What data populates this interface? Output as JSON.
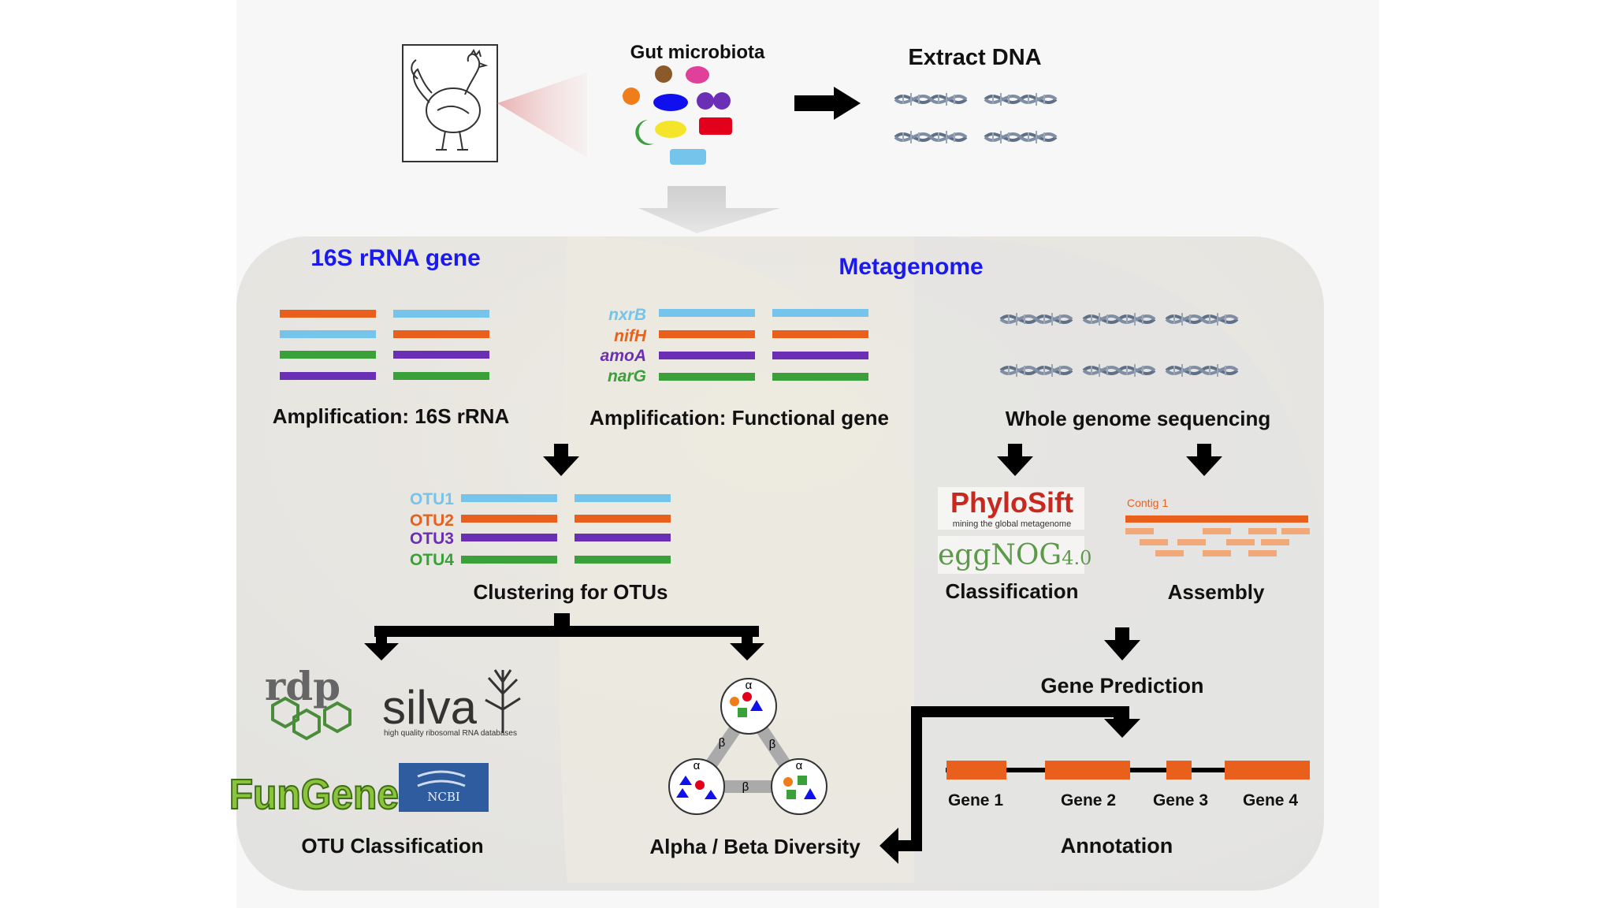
{
  "colors": {
    "orange": "#e8601c",
    "lightblue": "#74c4ec",
    "green": "#3aa13a",
    "purple": "#6a2fb5",
    "heading_blue": "#1a1aee",
    "arrow": "#000000",
    "panel": "#e9e7e1",
    "dna": "#5e6f86"
  },
  "header": {
    "gut_microbiota": "Gut microbiota",
    "extract_dna": "Extract DNA"
  },
  "section_16s": {
    "title": "16S rRNA gene",
    "amplification": "Amplification: 16S rRNA",
    "clustering": "Clustering for OTUs",
    "otus": [
      "OTU1",
      "OTU2",
      "OTU3",
      "OTU4"
    ],
    "otu_classification": "OTU Classification",
    "alpha_beta": "Alpha / Beta Diversity",
    "diversity_symbols": {
      "alpha": "α",
      "beta": "β"
    }
  },
  "section_functional": {
    "genes": [
      "nxrB",
      "nifH",
      "amoA",
      "narG"
    ],
    "amplification": "Amplification: Functional gene"
  },
  "section_metagenome": {
    "title": "Metagenome",
    "wgs": "Whole genome sequencing",
    "classification": "Classification",
    "assembly": "Assembly",
    "contig": "Contig 1",
    "gene_prediction": "Gene Prediction",
    "genes": [
      "Gene 1",
      "Gene 2",
      "Gene 3",
      "Gene 4"
    ],
    "annotation": "Annotation"
  },
  "logos": {
    "rdp": "rdp",
    "silva": "silva",
    "silva_tag": "high quality ribosomal RNA databases",
    "fungene": "FunGene",
    "ncbi": "NCBI",
    "phylosift": "PhyloSift",
    "phylosift_tag": "mining the global metagenome",
    "eggnog": "eggNOG",
    "eggnog_ver": "4.0"
  }
}
